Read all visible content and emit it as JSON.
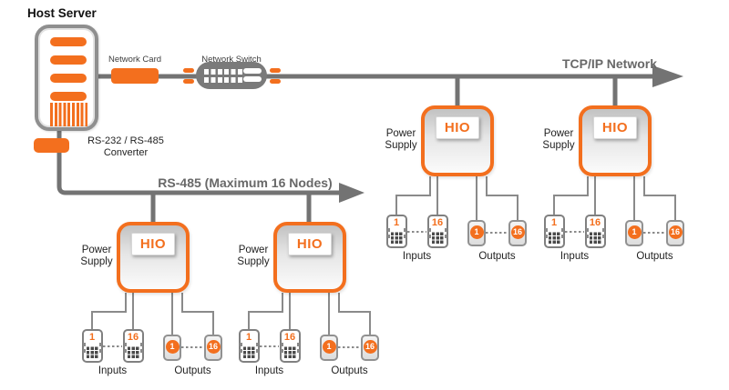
{
  "host_server": {
    "label": "Host Server"
  },
  "network_card": {
    "label": "Network Card"
  },
  "network_switch": {
    "label": "Network Switch"
  },
  "tcp_bus": {
    "label": "TCP/IP Network"
  },
  "rs485_bus": {
    "label": "RS-485 (Maximum 16 Nodes)"
  },
  "converter": {
    "label_line1": "RS-232 / RS-485",
    "label_line2": "Converter"
  },
  "colors": {
    "accent_orange": "#F36F1E",
    "line_gray": "#737373"
  },
  "nodes": [
    {
      "power_supply_line1": "Power",
      "power_supply_line2": "Supply",
      "device_label": "HIO",
      "inputs": {
        "first": "1",
        "last": "16",
        "label": "Inputs"
      },
      "outputs": {
        "first": "1",
        "last": "16",
        "label": "Outputs"
      }
    },
    {
      "power_supply_line1": "Power",
      "power_supply_line2": "Supply",
      "device_label": "HIO",
      "inputs": {
        "first": "1",
        "last": "16",
        "label": "Inputs"
      },
      "outputs": {
        "first": "1",
        "last": "16",
        "label": "Outputs"
      }
    },
    {
      "power_supply_line1": "Power",
      "power_supply_line2": "Supply",
      "device_label": "HIO",
      "inputs": {
        "first": "1",
        "last": "16",
        "label": "Inputs"
      },
      "outputs": {
        "first": "1",
        "last": "16",
        "label": "Outputs"
      }
    },
    {
      "power_supply_line1": "Power",
      "power_supply_line2": "Supply",
      "device_label": "HIO",
      "inputs": {
        "first": "1",
        "last": "16",
        "label": "Inputs"
      },
      "outputs": {
        "first": "1",
        "last": "16",
        "label": "Outputs"
      }
    }
  ]
}
